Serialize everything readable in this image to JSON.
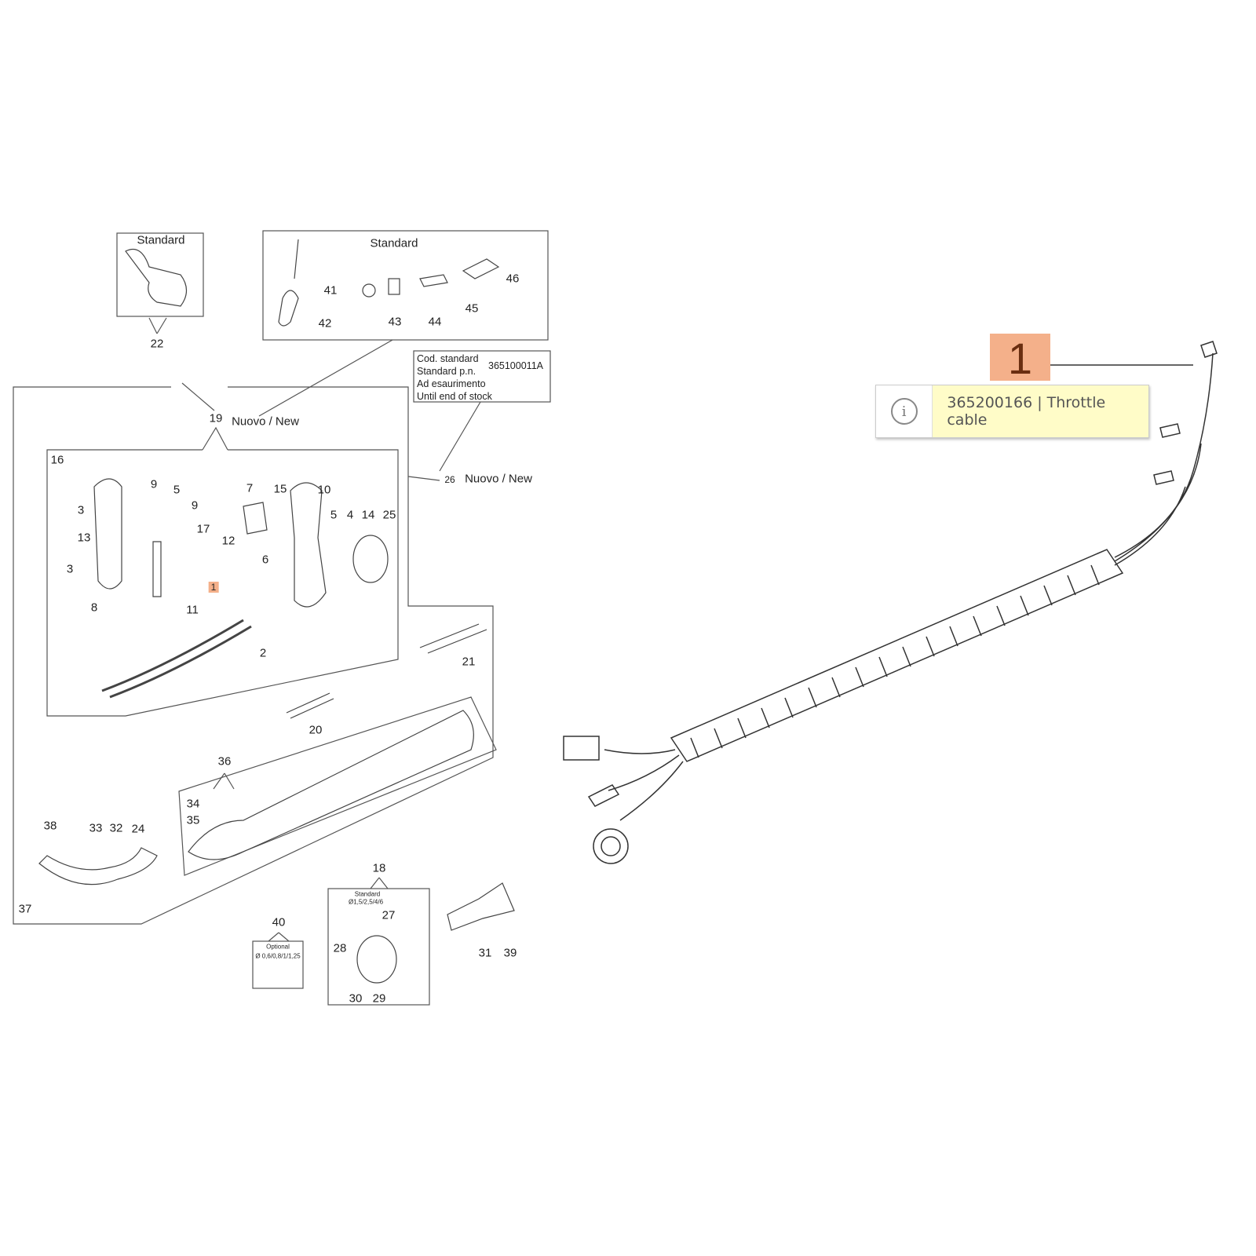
{
  "diagram": {
    "box_standard_left": "Standard",
    "box_standard_top": "Standard",
    "cod_box": {
      "line1": "Cod. standard",
      "line2": "Standard p.n.",
      "line3": "Ad esaurimento",
      "line4": "Until end of stock",
      "part_number": "365100011A"
    },
    "nuovo_19": "Nuovo / New",
    "nuovo_26": "Nuovo / New",
    "box18_title": "Standard",
    "box18_sizes": "Ø1,5/2,5/4/6",
    "box40_title": "Optional",
    "box40_sizes": "Ø 0,6/0,8/1/1,25",
    "callouts": [
      "22",
      "41",
      "42",
      "43",
      "44",
      "45",
      "46",
      "19",
      "26",
      "16",
      "3",
      "13",
      "3",
      "8",
      "9",
      "5",
      "9",
      "17",
      "12",
      "1",
      "11",
      "7",
      "15",
      "6",
      "10",
      "5",
      "4",
      "14",
      "25",
      "2",
      "21",
      "20",
      "36",
      "34",
      "35",
      "38",
      "33",
      "32",
      "24",
      "37",
      "18",
      "27",
      "28",
      "30",
      "29",
      "40",
      "31",
      "39"
    ]
  },
  "selected_part": {
    "callout": "1",
    "part_number_label": "365200166 | Throttle cable",
    "icon": "info-icon",
    "highlight_color": "#f4b08a",
    "tooltip_color": "#fffcc8"
  }
}
